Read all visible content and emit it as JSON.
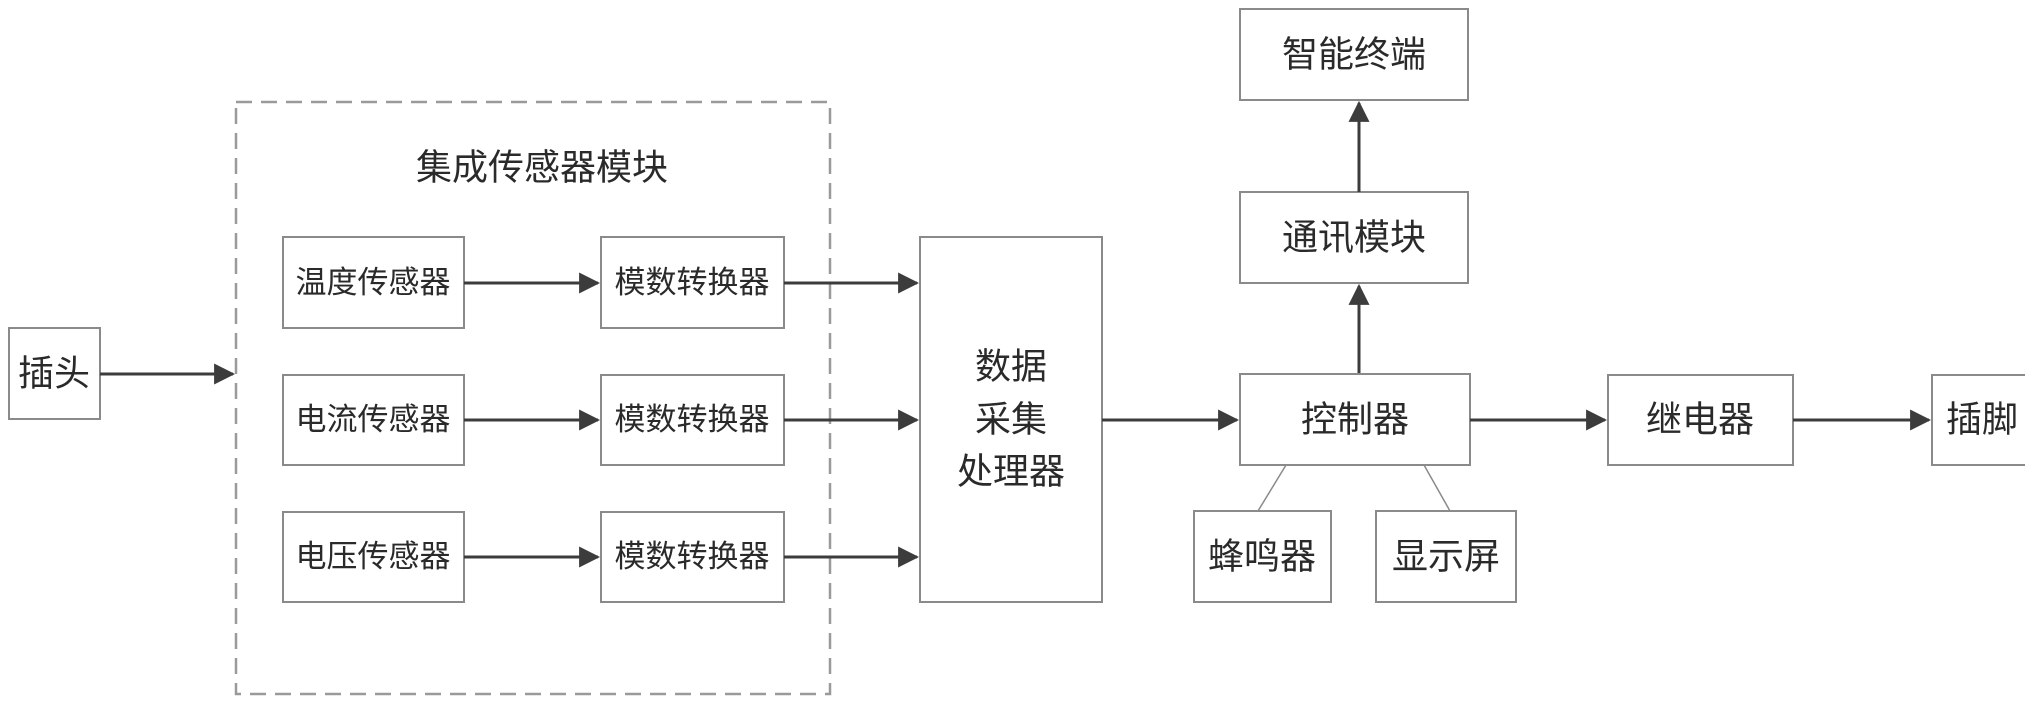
{
  "diagram": {
    "type": "block-diagram",
    "group": {
      "title": "集成传感器模块",
      "sensors": [
        {
          "label": "温度传感器",
          "converter": "模数转换器"
        },
        {
          "label": "电流传感器",
          "converter": "模数转换器"
        },
        {
          "label": "电压传感器",
          "converter": "模数转换器"
        }
      ]
    },
    "nodes": {
      "plug": "插头",
      "daq_lines": [
        "数据",
        "采集",
        "处理器"
      ],
      "controller": "控制器",
      "comm": "通讯模块",
      "terminal": "智能终端",
      "buzzer": "蜂鸣器",
      "display": "显示屏",
      "relay": "继电器",
      "pins": "插脚"
    },
    "edges": [
      {
        "from": "插头",
        "to": "集成传感器模块",
        "type": "arrow"
      },
      {
        "from": "温度传感器",
        "to": "模数转换器",
        "type": "arrow"
      },
      {
        "from": "电流传感器",
        "to": "模数转换器",
        "type": "arrow"
      },
      {
        "from": "电压传感器",
        "to": "模数转换器",
        "type": "arrow"
      },
      {
        "from": "模数转换器",
        "to": "数据采集处理器",
        "type": "arrow",
        "count": 3
      },
      {
        "from": "数据采集处理器",
        "to": "控制器",
        "type": "arrow"
      },
      {
        "from": "控制器",
        "to": "通讯模块",
        "type": "arrow"
      },
      {
        "from": "通讯模块",
        "to": "智能终端",
        "type": "arrow"
      },
      {
        "from": "控制器",
        "to": "继电器",
        "type": "arrow"
      },
      {
        "from": "继电器",
        "to": "插脚",
        "type": "arrow"
      },
      {
        "from": "控制器",
        "to": "蜂鸣器",
        "type": "line"
      },
      {
        "from": "控制器",
        "to": "显示屏",
        "type": "line"
      }
    ]
  }
}
